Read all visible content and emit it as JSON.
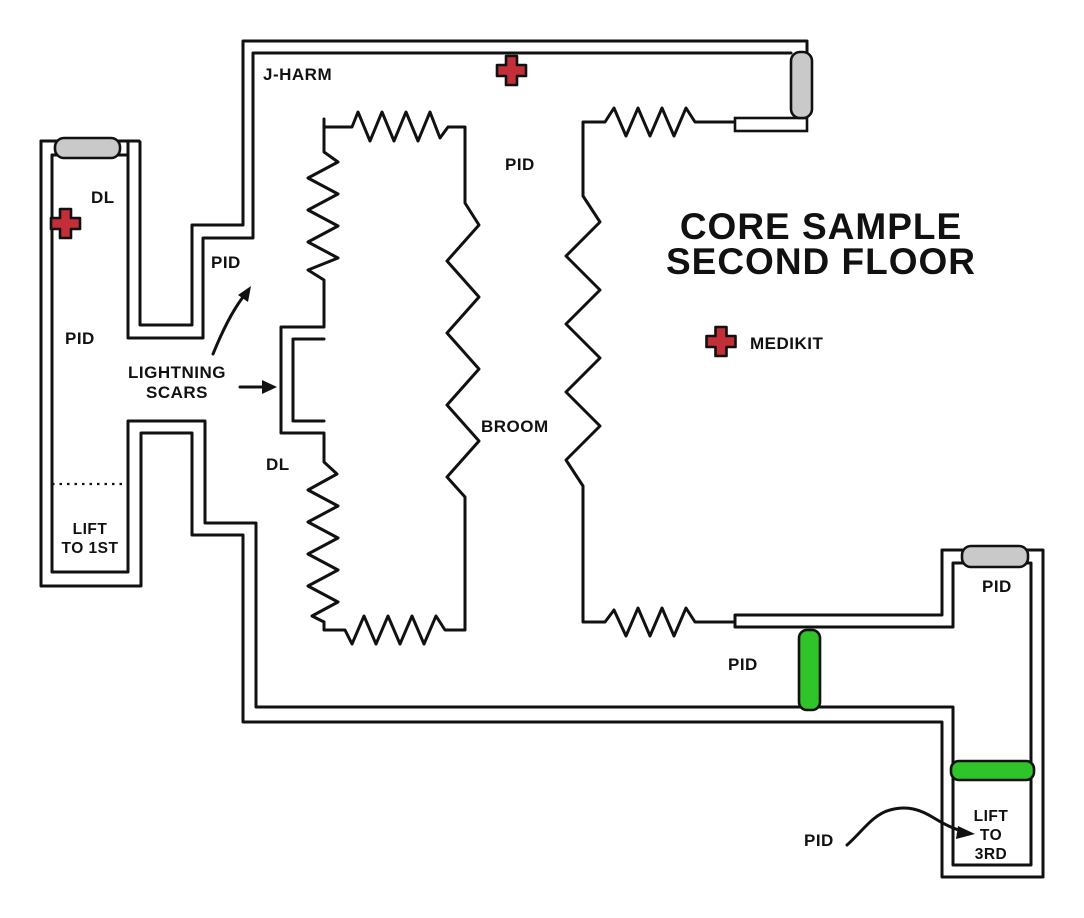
{
  "title": {
    "line1": "CORE SAMPLE",
    "line2": "SECOND FLOOR"
  },
  "legend": {
    "medikit": "MEDIKIT"
  },
  "labels": {
    "j_harm": "J-HARM",
    "pid_top_passage": "PID",
    "pid_upper_junction": "PID",
    "pid_left_corridor": "PID",
    "dl_upper": "DL",
    "dl_lower": "DL",
    "lightning_scars": {
      "line1": "LIGHTNING",
      "line2": "SCARS"
    },
    "broom": "BROOM",
    "lift_to_1st": {
      "line1": "LIFT",
      "line2": "TO 1ST"
    },
    "pid_bottom_corridor": "PID",
    "pid_lift_room": "PID",
    "lift_to_3rd": {
      "line1": "LIFT",
      "line2": "TO",
      "line3": "3RD"
    },
    "pid_arrow": "PID"
  },
  "colors": {
    "wall": "#111111",
    "medikit_red": "#c22f38",
    "door_green": "#2ec42a",
    "door_gray": "#c9c9c9",
    "background": "#ffffff"
  }
}
